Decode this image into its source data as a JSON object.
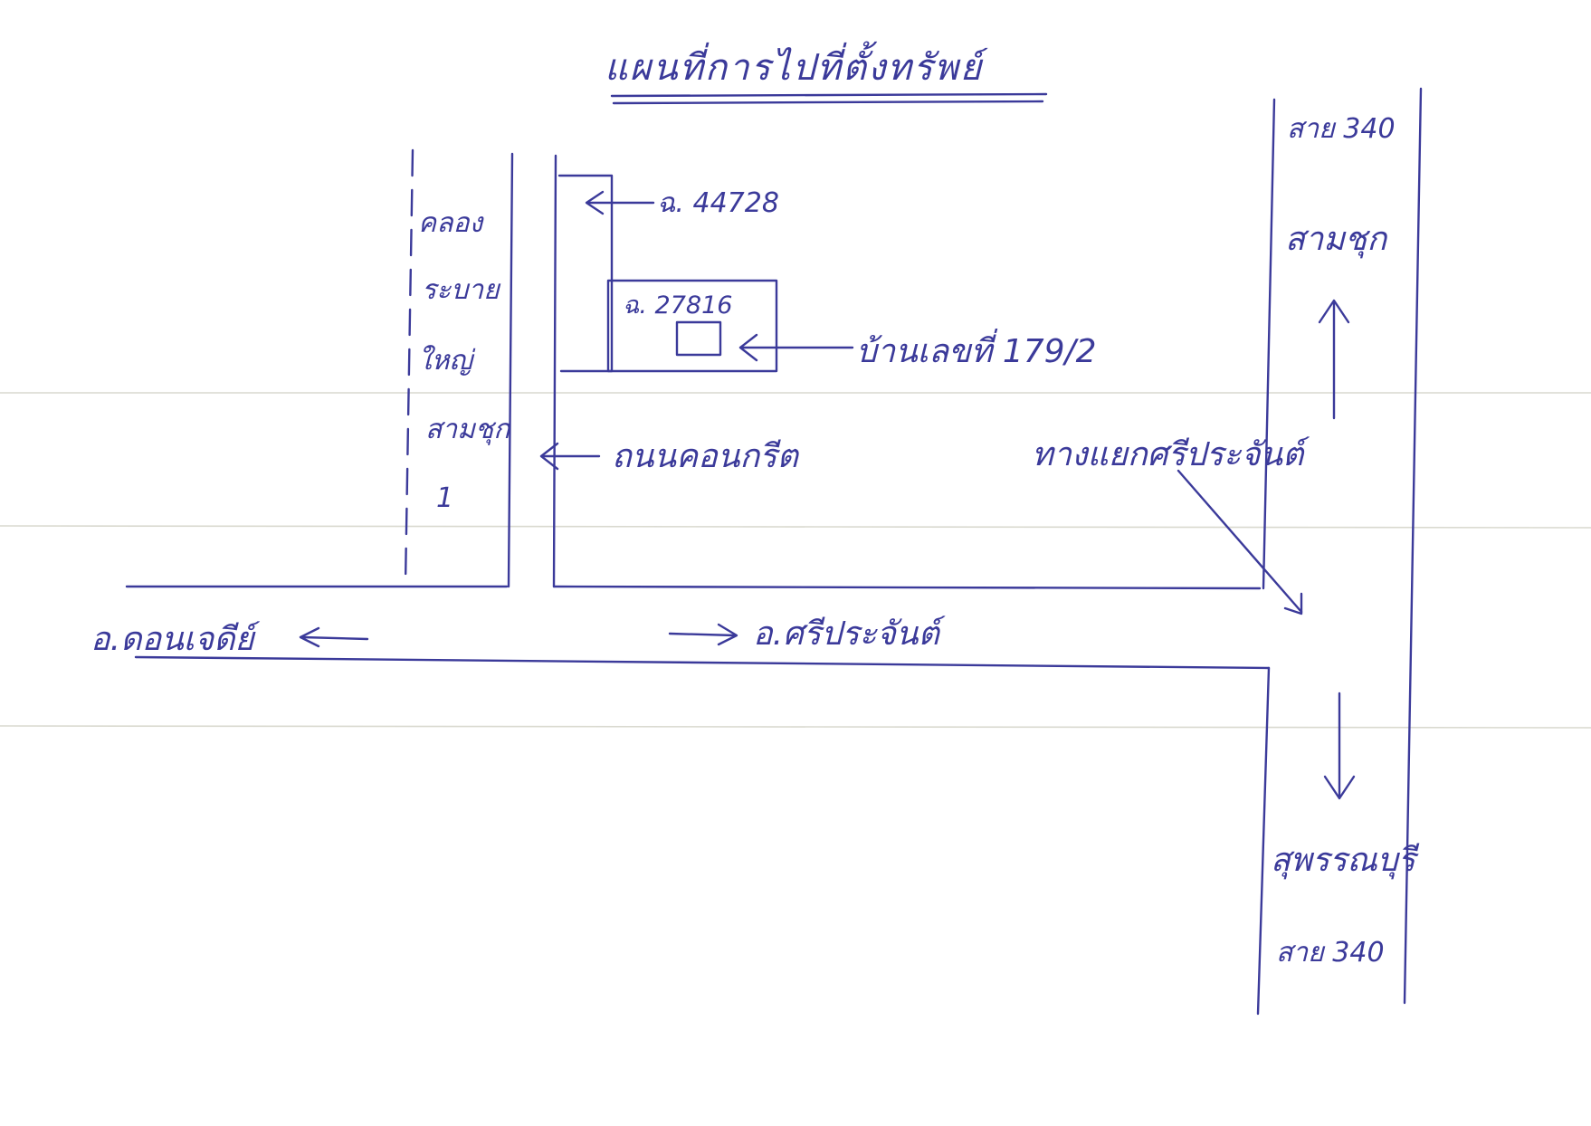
{
  "map": {
    "title": "แผนที่การไปที่ตั้งทรัพย์",
    "labels": {
      "canal_line1": "คลอง",
      "canal_line2": "ระบาย",
      "canal_line3": "ใหญ่",
      "canal_line4": "สามชุก",
      "canal_line5": "1",
      "plot_44728": "ฉ. 44728",
      "plot_27816": "ฉ. 27816",
      "house_number": "บ้านเลขที่ 179/2",
      "concrete_road": "ถนนคอนกรีต",
      "junction": "ทางแยกศรีประจันต์",
      "road_340_top": "สาย 340",
      "samchuk": "สามชุก",
      "suphanburi": "สุพรรณบุรี",
      "road_340_bottom": "สาย 340",
      "don_chedi": "อ.ดอนเจดีย์",
      "si_prachan": "อ.ศรีประจันต์"
    },
    "icons": {
      "north_arrow": "arrow-up-icon",
      "south_arrow": "arrow-down-icon",
      "west_arrow": "arrow-left-icon",
      "east_arrow": "arrow-right-icon"
    },
    "ink_color": "#3b3a9a",
    "fold_color": "#d9d9cf"
  }
}
